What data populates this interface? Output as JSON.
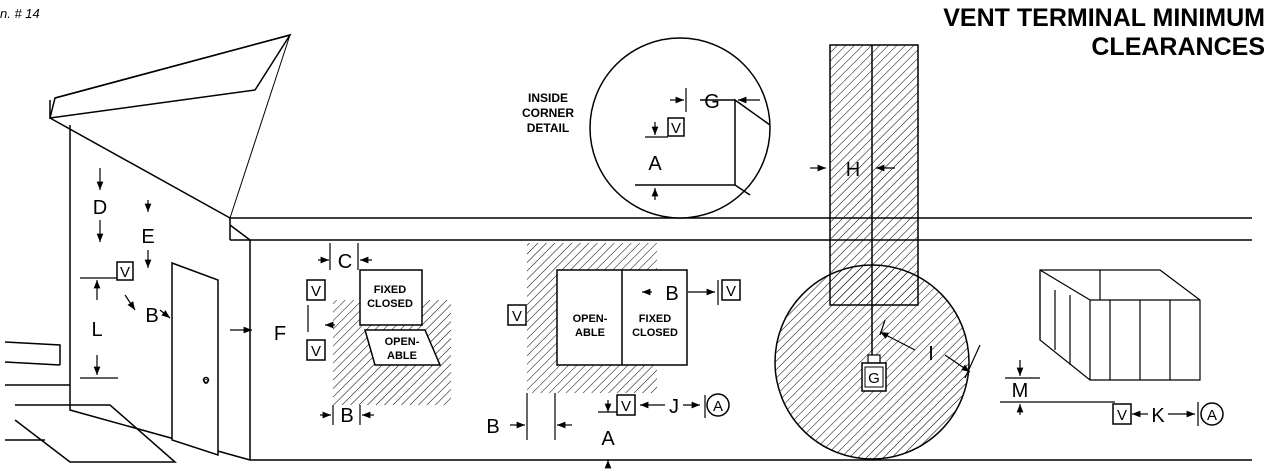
{
  "figure_label": "n. # 14",
  "title": {
    "line1": "VENT TERMINAL MINIMUM",
    "line2": "CLEARANCES"
  },
  "detail": {
    "line1": "INSIDE",
    "line2": "CORNER",
    "line3": "DETAIL"
  },
  "vent_symbol": "V",
  "gas_meter_symbol": "G",
  "circled_a_symbol": "A",
  "door_knob_symbol": "o",
  "dimension_labels": {
    "A": "A",
    "B": "B",
    "C": "C",
    "D": "D",
    "E": "E",
    "F": "F",
    "G": "G",
    "H": "H",
    "I": "I",
    "J": "J",
    "K": "K",
    "L": "L",
    "M": "M"
  },
  "windows": {
    "fixed_closed_line1": "FIXED",
    "fixed_closed_line2": "CLOSED",
    "openable_line1": "OPEN-",
    "openable_line2": "ABLE"
  }
}
